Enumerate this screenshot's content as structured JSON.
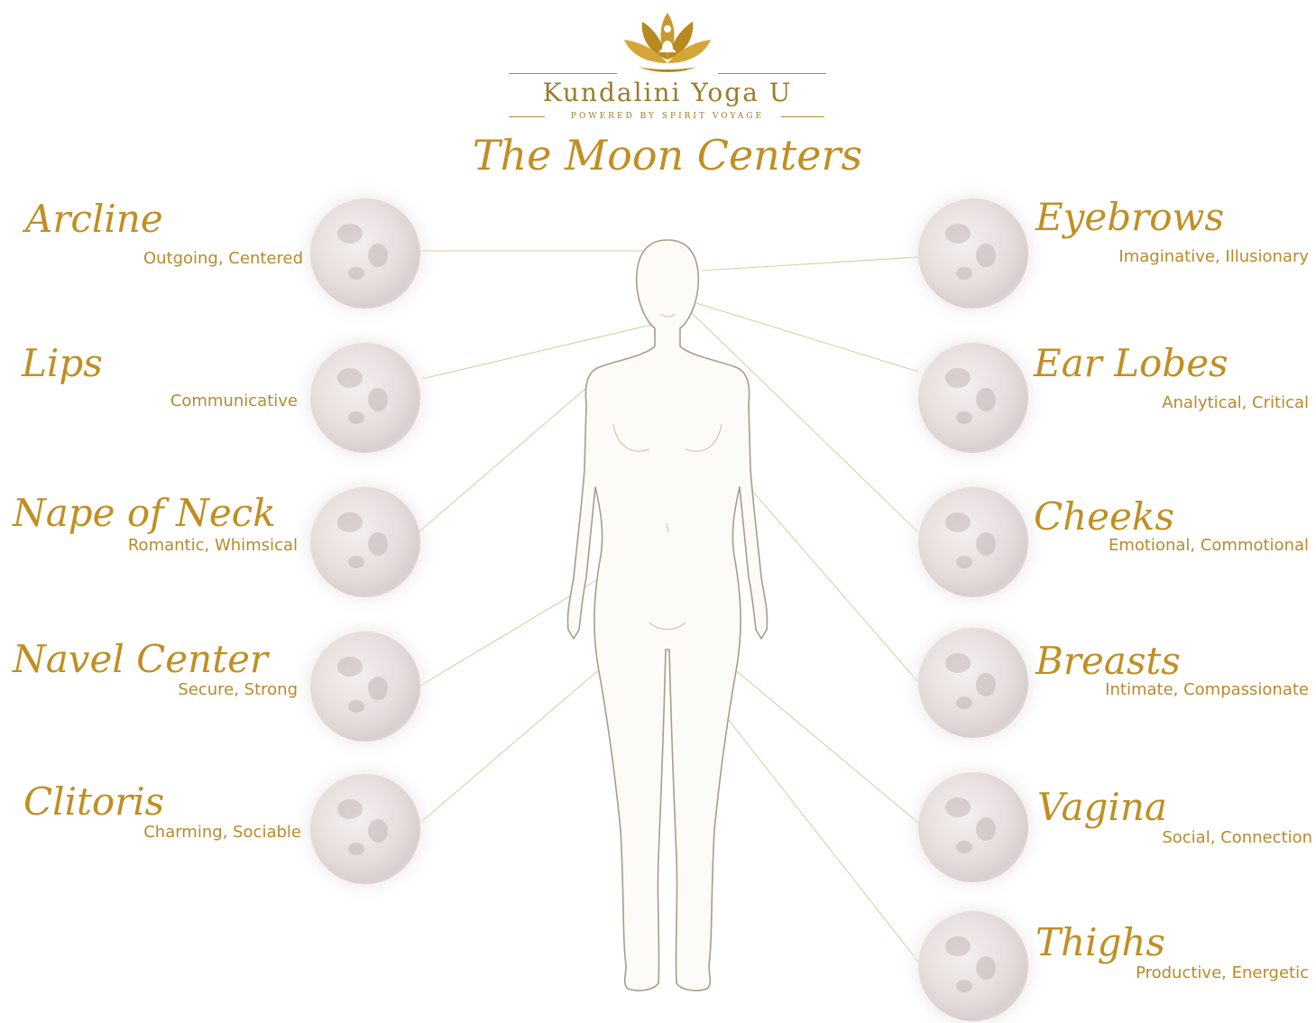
{
  "logo": {
    "title": "Kundalini Yoga U",
    "subtitle": "POWERED BY SPIRIT VOYAGE"
  },
  "title": "The Moon Centers",
  "colors": {
    "gold": "#c08f23",
    "line": "#d9c89a",
    "moon": "#e3dada"
  },
  "left_centers": [
    {
      "name": "Arcline",
      "traits": "Outgoing, Centered"
    },
    {
      "name": "Lips",
      "traits": "Communicative"
    },
    {
      "name": "Nape of Neck",
      "traits": "Romantic, Whimsical"
    },
    {
      "name": "Navel Center",
      "traits": "Secure, Strong"
    },
    {
      "name": "Clitoris",
      "traits": "Charming, Sociable"
    }
  ],
  "right_centers": [
    {
      "name": "Eyebrows",
      "traits": "Imaginative, Illusionary"
    },
    {
      "name": "Ear Lobes",
      "traits": "Analytical, Critical"
    },
    {
      "name": "Cheeks",
      "traits": "Emotional, Commotional"
    },
    {
      "name": "Breasts",
      "traits": "Intimate, Compassionate"
    },
    {
      "name": "Vagina",
      "traits": "Social, Connection"
    },
    {
      "name": "Thighs",
      "traits": "Productive, Energetic"
    }
  ]
}
